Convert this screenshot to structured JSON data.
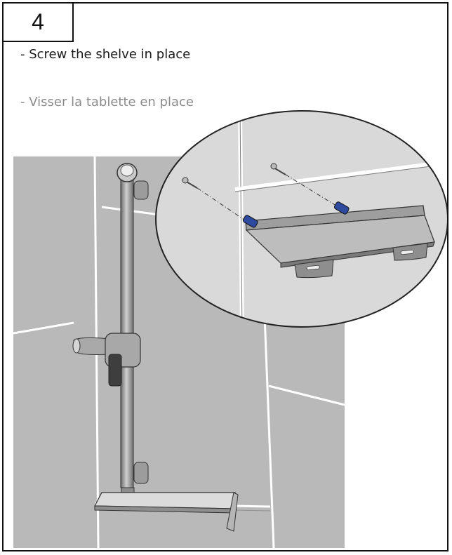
{
  "step": {
    "number": "4"
  },
  "instructions": {
    "english": "-  Screw the shelve in place",
    "french": "-  Visser la tablette en place"
  },
  "colors": {
    "wall": "#b9b9b9",
    "wall_zoom": "#d9d9d9",
    "grout": "#ffffff",
    "steel": "#8a8a8a",
    "anchor": "#2e4a9e",
    "text_secondary": "#8c8c8c"
  },
  "illustration": {
    "main": "shower-rail-with-shelf",
    "detail": "shelf-screw-detail"
  }
}
